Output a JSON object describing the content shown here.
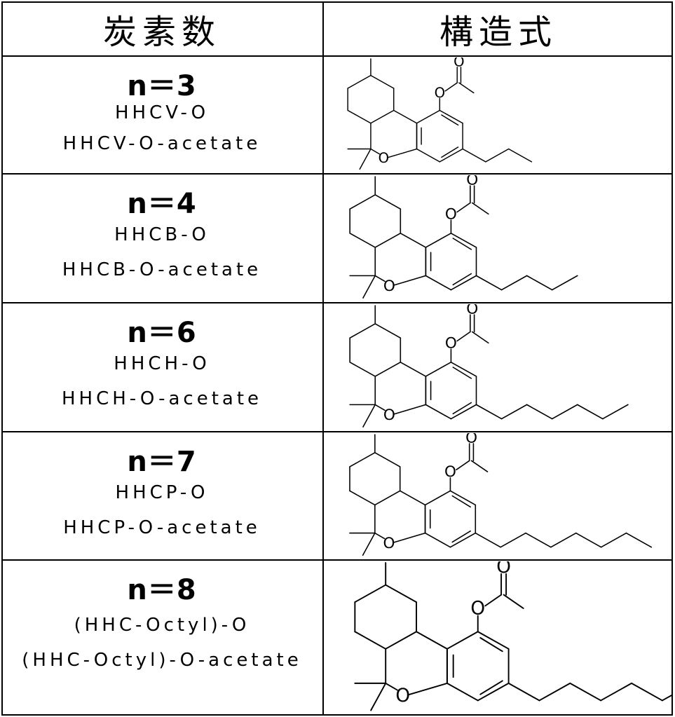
{
  "header": {
    "carbon_count": "炭素数",
    "structure": "構造式"
  },
  "rows": [
    {
      "n_label": "n＝3",
      "name": "HHCV-O",
      "alias": "HHCV-O-acetate",
      "chain_carbons": 3
    },
    {
      "n_label": "n＝4",
      "name": "HHCB-O",
      "alias": "HHCB-O-acetate",
      "chain_carbons": 4
    },
    {
      "n_label": "n＝6",
      "name": "HHCH-O",
      "alias": "HHCH-O-acetate",
      "chain_carbons": 6
    },
    {
      "n_label": "n＝7",
      "name": "HHCP-O",
      "alias": "HHCP-O-acetate",
      "chain_carbons": 7
    },
    {
      "n_label": "n＝8",
      "name": "(HHC-Octyl)-O",
      "alias": "(HHC-Octyl)-O-acetate",
      "chain_carbons": 8
    }
  ],
  "atom_labels": {
    "oxygen": "O"
  }
}
